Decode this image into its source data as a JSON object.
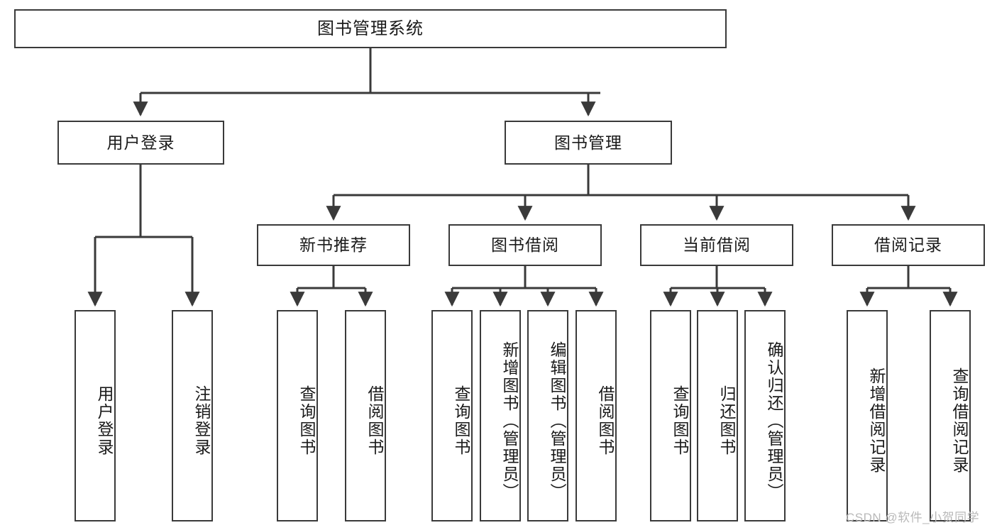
{
  "diagram": {
    "title": "图书管理系统",
    "type": "tree-hierarchy",
    "stroke_color": "#3a3a3a",
    "fill_color": "#ffffff",
    "text_color": "#1a1a1a"
  },
  "nodes": {
    "root": {
      "label": "图书管理系统"
    },
    "level2": [
      {
        "label": "用户登录"
      },
      {
        "label": "图书管理"
      }
    ],
    "level3": [
      {
        "label": "新书推荐"
      },
      {
        "label": "图书借阅"
      },
      {
        "label": "当前借阅"
      },
      {
        "label": "借阅记录"
      }
    ],
    "leaves_user_login": [
      {
        "label": "用户登录"
      },
      {
        "label": "注销登录"
      }
    ],
    "leaves_new_books": [
      {
        "label": "查询图书"
      },
      {
        "label": "借阅图书"
      }
    ],
    "leaves_borrow": [
      {
        "label": "查询图书"
      },
      {
        "label": "新增图书（管理员）"
      },
      {
        "label": "编辑图书（管理员）"
      },
      {
        "label": "借阅图书"
      }
    ],
    "leaves_current": [
      {
        "label": "查询图书"
      },
      {
        "label": "归还图书"
      },
      {
        "label": "确认归还（管理员）"
      }
    ],
    "leaves_records": [
      {
        "label": "新增借阅记录"
      },
      {
        "label": "查询借阅记录"
      }
    ]
  },
  "watermark": {
    "text": "CSDN @软件_小贺同学"
  }
}
